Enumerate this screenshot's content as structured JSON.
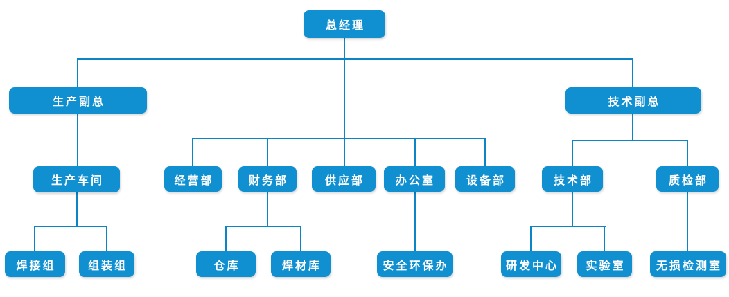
{
  "diagram": {
    "type": "org-chart",
    "nodes": {
      "general_manager": "总经理",
      "production_vp": "生产副总",
      "technical_vp": "技术副总",
      "production_workshop": "生产车间",
      "business_dept": "经营部",
      "finance_dept": "财务部",
      "supply_dept": "供应部",
      "office": "办公室",
      "equipment_dept": "设备部",
      "technical_dept": "技术部",
      "quality_dept": "质检部",
      "welding_group": "焊接组",
      "assembly_group": "组装组",
      "warehouse": "仓库",
      "welding_material_store": "焊材库",
      "safety_env_office": "安全环保办",
      "rd_center": "研发中心",
      "laboratory": "实验室",
      "ndt_room": "无损检测室"
    },
    "edges": [
      {
        "from": "general_manager",
        "to": "production_vp"
      },
      {
        "from": "general_manager",
        "to": "business_dept"
      },
      {
        "from": "general_manager",
        "to": "finance_dept"
      },
      {
        "from": "general_manager",
        "to": "supply_dept"
      },
      {
        "from": "general_manager",
        "to": "office"
      },
      {
        "from": "general_manager",
        "to": "equipment_dept"
      },
      {
        "from": "general_manager",
        "to": "technical_vp"
      },
      {
        "from": "production_vp",
        "to": "production_workshop"
      },
      {
        "from": "production_workshop",
        "to": "welding_group"
      },
      {
        "from": "production_workshop",
        "to": "assembly_group"
      },
      {
        "from": "finance_dept",
        "to": "warehouse"
      },
      {
        "from": "finance_dept",
        "to": "welding_material_store"
      },
      {
        "from": "office",
        "to": "safety_env_office"
      },
      {
        "from": "technical_vp",
        "to": "technical_dept"
      },
      {
        "from": "technical_vp",
        "to": "quality_dept"
      },
      {
        "from": "technical_dept",
        "to": "rd_center"
      },
      {
        "from": "technical_dept",
        "to": "laboratory"
      },
      {
        "from": "quality_dept",
        "to": "ndt_room"
      }
    ]
  },
  "colors": {
    "node_fill": "#1090d0",
    "node_text": "#ffffff",
    "line": "#0d84c6",
    "background": "#ffffff"
  }
}
